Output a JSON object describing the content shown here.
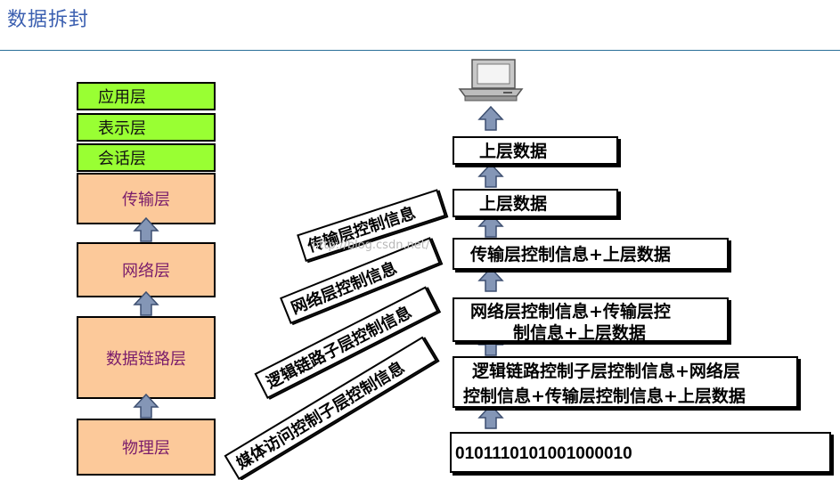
{
  "title": "数据拆封",
  "layers": {
    "application": "应用层",
    "presentation": "表示层",
    "session": "会话层",
    "transport": "传输层",
    "network": "网络层",
    "datalink": "数据链路层",
    "physical": "物理层"
  },
  "packets": {
    "upper_data_1": "上层数据",
    "upper_data_2": "上层数据",
    "transport_packet": "传输层控制信息+上层数据",
    "network_packet_line1": "网络层控制信息+传输层控",
    "network_packet_line2": "制信息+上层数据",
    "llc_packet_line1": "逻辑链路控制子层控制信息+网络层",
    "llc_packet_line2": "控制信息+传输层控制信息+上层数据",
    "bits": "0101110101001000010"
  },
  "tags": {
    "transport_header": "传输层控制信息",
    "network_header": "网络层控制信息",
    "llc_header": "逻辑链路子层控制信息",
    "mac_header": "媒体访问控制子层控制信息"
  },
  "watermark": "http://blog.csdn.net/",
  "colors": {
    "upper_layers": "#99ff33",
    "lower_layers": "#fcc99a",
    "layer_text": "#7a1d6b",
    "arrow": "#8496b6",
    "title": "#3b5fb0"
  }
}
